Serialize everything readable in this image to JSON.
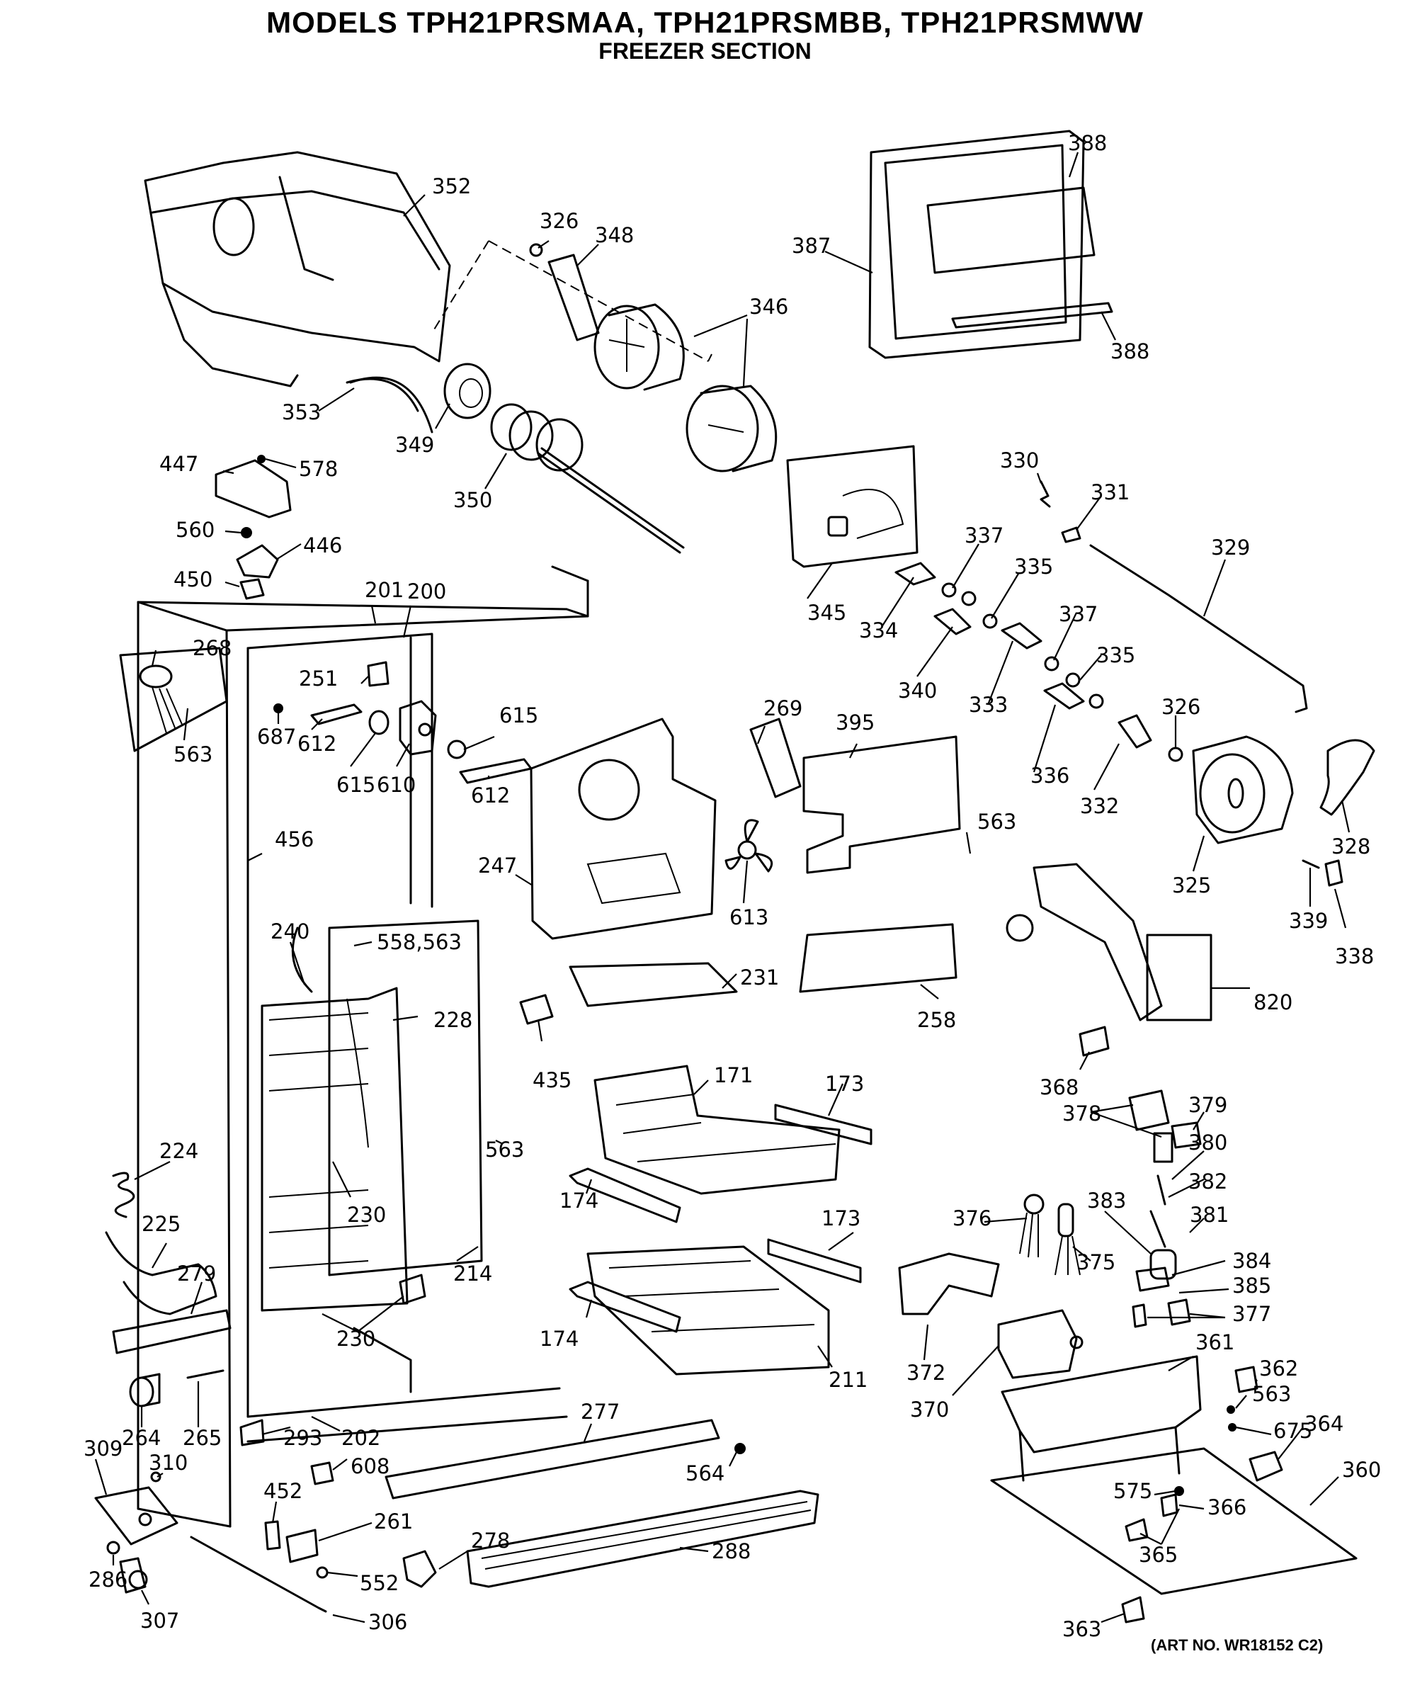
{
  "header": {
    "title": "MODELS TPH21PRSMAA, TPH21PRSMBB, TPH21PRSMWW",
    "subtitle": "FREEZER SECTION"
  },
  "art_number": "(ART NO. WR18152 C2)",
  "callouts": [
    {
      "id": "c352",
      "text": "352"
    },
    {
      "id": "c326a",
      "text": "326"
    },
    {
      "id": "c348",
      "text": "348"
    },
    {
      "id": "c346",
      "text": "346"
    },
    {
      "id": "c388a",
      "text": "388"
    },
    {
      "id": "c387",
      "text": "387"
    },
    {
      "id": "c388b",
      "text": "388"
    },
    {
      "id": "c353",
      "text": "353"
    },
    {
      "id": "c349",
      "text": "349"
    },
    {
      "id": "c350",
      "text": "350"
    },
    {
      "id": "c447",
      "text": "447"
    },
    {
      "id": "c578",
      "text": "578"
    },
    {
      "id": "c560",
      "text": "560"
    },
    {
      "id": "c446",
      "text": "446"
    },
    {
      "id": "c450",
      "text": "450"
    },
    {
      "id": "c345",
      "text": "345"
    },
    {
      "id": "c330",
      "text": "330"
    },
    {
      "id": "c331",
      "text": "331"
    },
    {
      "id": "c329",
      "text": "329"
    },
    {
      "id": "c337a",
      "text": "337"
    },
    {
      "id": "c335a",
      "text": "335"
    },
    {
      "id": "c334",
      "text": "334"
    },
    {
      "id": "c340",
      "text": "340"
    },
    {
      "id": "c333",
      "text": "333"
    },
    {
      "id": "c337b",
      "text": "337"
    },
    {
      "id": "c335b",
      "text": "335"
    },
    {
      "id": "c336",
      "text": "336"
    },
    {
      "id": "c332",
      "text": "332"
    },
    {
      "id": "c326b",
      "text": "326"
    },
    {
      "id": "c201",
      "text": "201"
    },
    {
      "id": "c200",
      "text": "200"
    },
    {
      "id": "c268",
      "text": "268"
    },
    {
      "id": "c563a",
      "text": "563"
    },
    {
      "id": "c251",
      "text": "251"
    },
    {
      "id": "c687",
      "text": "687"
    },
    {
      "id": "c612a",
      "text": "612"
    },
    {
      "id": "c615a",
      "text": "615"
    },
    {
      "id": "c610",
      "text": "610"
    },
    {
      "id": "c615b",
      "text": "615"
    },
    {
      "id": "c612b",
      "text": "612"
    },
    {
      "id": "c269",
      "text": "269"
    },
    {
      "id": "c395",
      "text": "395"
    },
    {
      "id": "c456",
      "text": "456"
    },
    {
      "id": "c247",
      "text": "247"
    },
    {
      "id": "c613",
      "text": "613"
    },
    {
      "id": "c563b",
      "text": "563"
    },
    {
      "id": "c325",
      "text": "325"
    },
    {
      "id": "c328",
      "text": "328"
    },
    {
      "id": "c339",
      "text": "339"
    },
    {
      "id": "c338",
      "text": "338"
    },
    {
      "id": "c240",
      "text": "240"
    },
    {
      "id": "c558563",
      "text": "558,563"
    },
    {
      "id": "c228",
      "text": "228"
    },
    {
      "id": "c231",
      "text": "231"
    },
    {
      "id": "c258",
      "text": "258"
    },
    {
      "id": "c820",
      "text": "820"
    },
    {
      "id": "c435",
      "text": "435"
    },
    {
      "id": "c171",
      "text": "171"
    },
    {
      "id": "c173a",
      "text": "173"
    },
    {
      "id": "c368",
      "text": "368"
    },
    {
      "id": "c378",
      "text": "378"
    },
    {
      "id": "c379",
      "text": "379"
    },
    {
      "id": "c380",
      "text": "380"
    },
    {
      "id": "c563c",
      "text": "563"
    },
    {
      "id": "c224",
      "text": "224"
    },
    {
      "id": "c230a",
      "text": "230"
    },
    {
      "id": "c174a",
      "text": "174"
    },
    {
      "id": "c382",
      "text": "382"
    },
    {
      "id": "c376",
      "text": "376"
    },
    {
      "id": "c383",
      "text": "383"
    },
    {
      "id": "c381",
      "text": "381"
    },
    {
      "id": "c173b",
      "text": "173"
    },
    {
      "id": "c225",
      "text": "225"
    },
    {
      "id": "c375",
      "text": "375"
    },
    {
      "id": "c384",
      "text": "384"
    },
    {
      "id": "c279",
      "text": "279"
    },
    {
      "id": "c214",
      "text": "214"
    },
    {
      "id": "c385",
      "text": "385"
    },
    {
      "id": "c377",
      "text": "377"
    },
    {
      "id": "c230b",
      "text": "230"
    },
    {
      "id": "c174b",
      "text": "174"
    },
    {
      "id": "c361",
      "text": "361"
    },
    {
      "id": "c372",
      "text": "372"
    },
    {
      "id": "c211",
      "text": "211"
    },
    {
      "id": "c362",
      "text": "362"
    },
    {
      "id": "c563d",
      "text": "563"
    },
    {
      "id": "c370",
      "text": "370"
    },
    {
      "id": "c277",
      "text": "277"
    },
    {
      "id": "c264",
      "text": "264"
    },
    {
      "id": "c265",
      "text": "265"
    },
    {
      "id": "c293",
      "text": "293"
    },
    {
      "id": "c202",
      "text": "202"
    },
    {
      "id": "c675",
      "text": "675"
    },
    {
      "id": "c364",
      "text": "364"
    },
    {
      "id": "c309",
      "text": "309"
    },
    {
      "id": "c564",
      "text": "564"
    },
    {
      "id": "c310",
      "text": "310"
    },
    {
      "id": "c608",
      "text": "608"
    },
    {
      "id": "c360",
      "text": "360"
    },
    {
      "id": "c452",
      "text": "452"
    },
    {
      "id": "c575",
      "text": "575"
    },
    {
      "id": "c366",
      "text": "366"
    },
    {
      "id": "c261",
      "text": "261"
    },
    {
      "id": "c278",
      "text": "278"
    },
    {
      "id": "c288",
      "text": "288"
    },
    {
      "id": "c365",
      "text": "365"
    },
    {
      "id": "c286",
      "text": "286"
    },
    {
      "id": "c552",
      "text": "552"
    },
    {
      "id": "c307",
      "text": "307"
    },
    {
      "id": "c306",
      "text": "306"
    },
    {
      "id": "c363",
      "text": "363"
    }
  ]
}
